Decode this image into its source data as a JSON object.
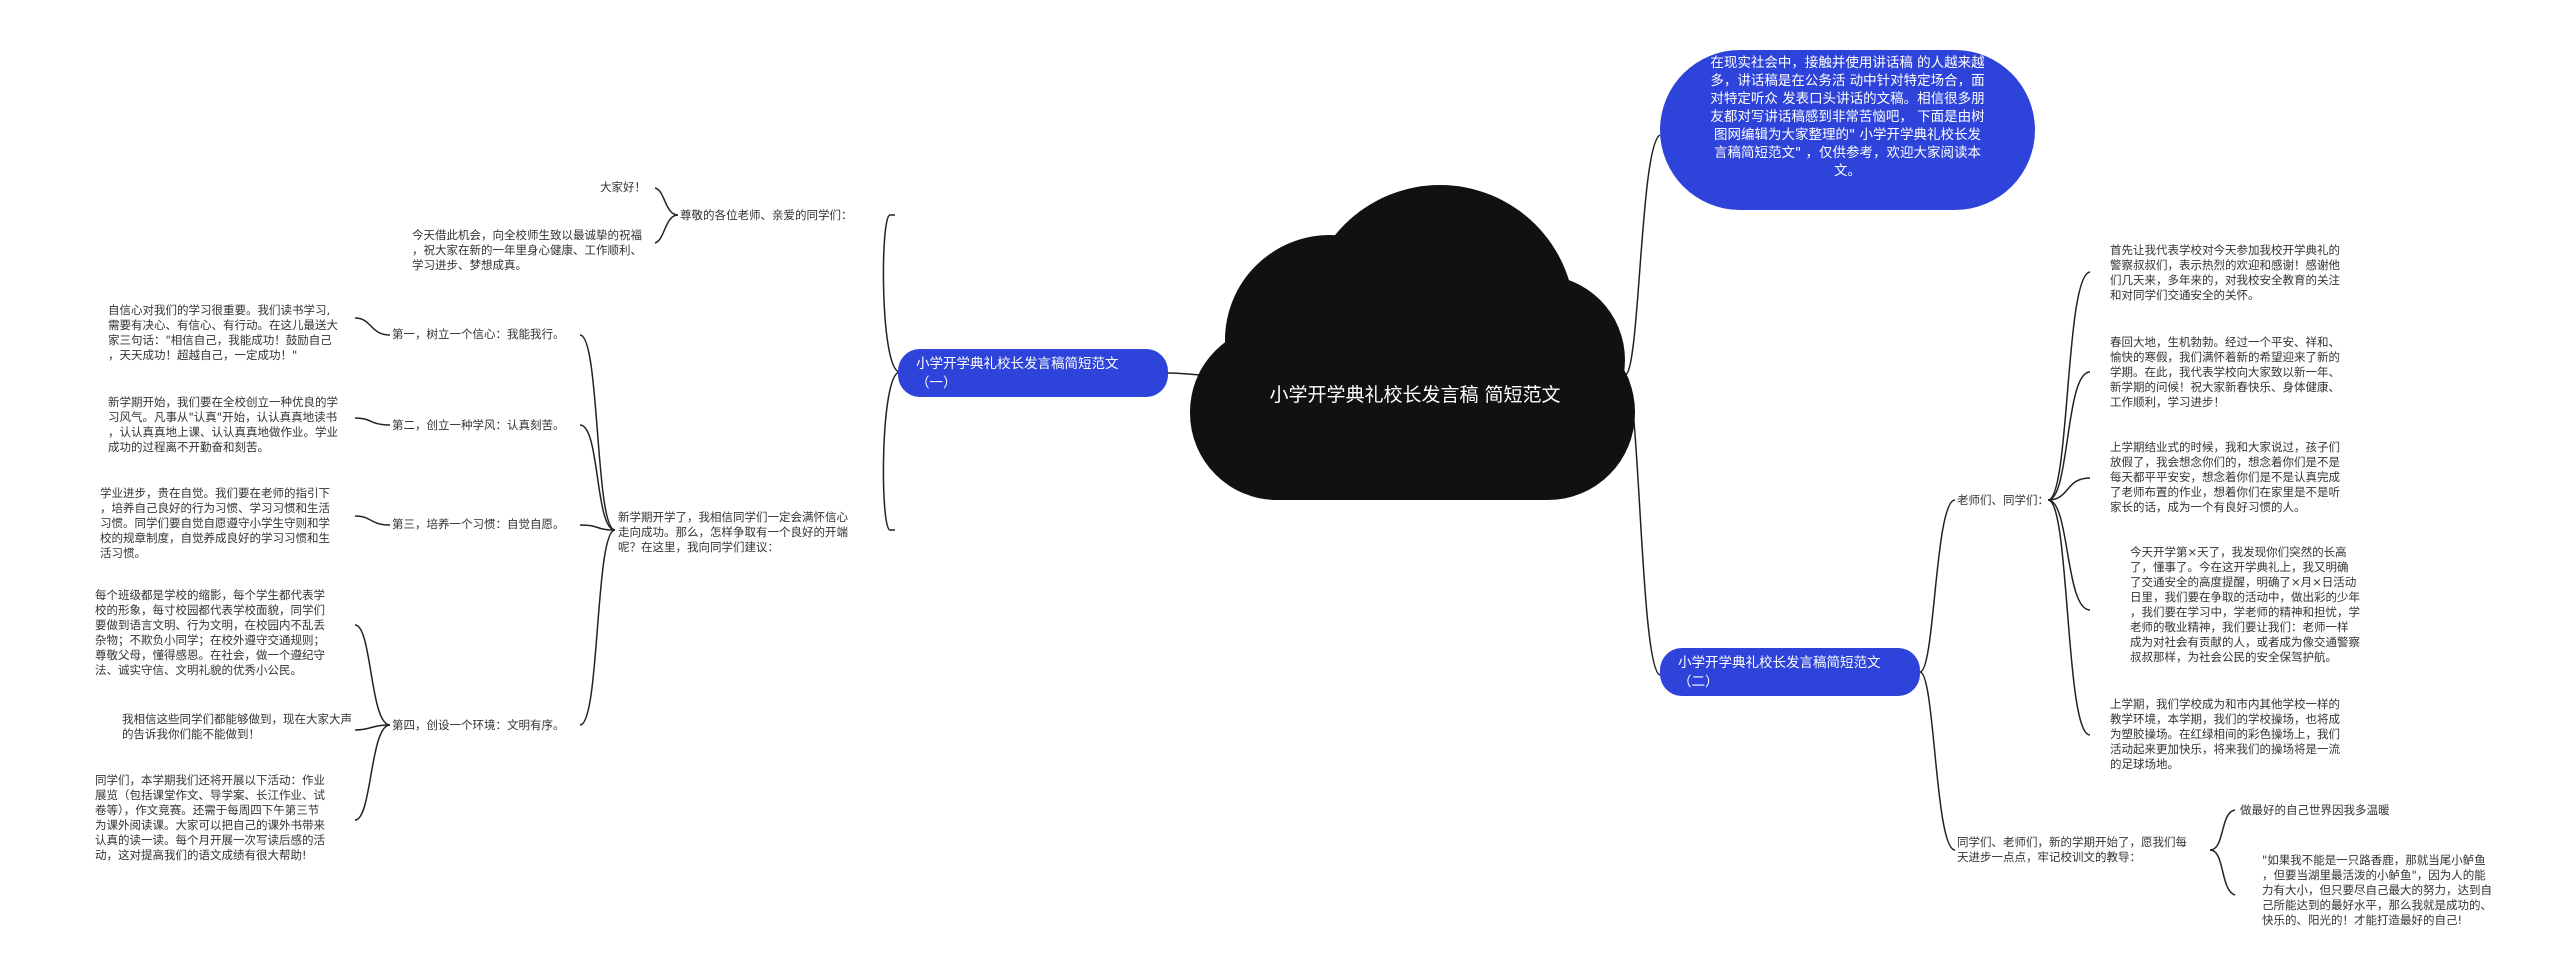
{
  "root": {
    "title": "小学开学典礼校长发言稿\n简短范文"
  },
  "intro": {
    "text": "在现实社会中，接触并使用讲话稿\n的人越来越多，讲话稿是在公务活\n动中针对特定场合，面对特定听众\n发表口头讲话的文稿。相信很多朋\n友都对写讲话稿感到非常苦恼吧，\n下面是由树图网编辑为大家整理的\"\n小学开学典礼校长发言稿简短范文\"\n，仅供参考，欢迎大家阅读本文。"
  },
  "branch_left": {
    "label": "小学开学典礼校长发言稿简短范文\n（一）",
    "greeting": {
      "label": "尊敬的各位老师、亲爱的同学们：",
      "items": [
        "大家好！",
        "今天借此机会，向全校师生致以最诚挚的祝福\n，祝大家在新的一年里身心健康、工作顺利、\n学习进步、梦想成真。"
      ]
    },
    "semester": {
      "label": "新学期开学了，我相信同学们一定会满怀信心\n走向成功。那么，怎样争取有一个良好的开端\n呢？在这里，我向同学们建议：",
      "points": [
        {
          "label": "第一，树立一个信心：我能我行。",
          "detail": "自信心对我们的学习很重要。我们读书学习,\n需要有决心、有信心、有行动。在这儿最送大\n家三句话：\"相信自己，我能成功！鼓励自己\n，天天成功！超越自己，一定成功！\""
        },
        {
          "label": "第二，创立一种学风：认真刻苦。",
          "detail": "新学期开始，我们要在全校创立一种优良的学\n习风气。凡事从\"认真\"开始，认认真真地读书\n，认认真真地上课、认认真真地做作业。学业\n成功的过程离不开勤奋和刻苦。"
        },
        {
          "label": "第三，培养一个习惯：自觉自愿。",
          "detail": "学业进步，贵在自觉。我们要在老师的指引下\n，培养自己良好的行为习惯、学习习惯和生活\n习惯。同学们要自觉自愿遵守小学生守则和学\n校的规章制度，自觉养成良好的学习习惯和生\n活习惯。"
        },
        {
          "label": "第四，创设一个环境：文明有序。",
          "details": [
            "每个班级都是学校的缩影，每个学生都代表学\n校的形象，每寸校园都代表学校面貌，同学们\n要做到语言文明、行为文明，在校园内不乱丢\n杂物；不欺负小同学；在校外遵守交通规则；\n尊敬父母，懂得感恩。在社会，做一个遵纪守\n法、诚实守信、文明礼貌的优秀小公民。",
            "我相信这些同学们都能够做到，现在大家大声\n的告诉我你们能不能做到！",
            "同学们，本学期我们还将开展以下活动：作业\n展览（包括课堂作文、导学案、长江作业、试\n卷等），作文竞赛。还需于每周四下午第三节\n为课外阅读课。大家可以把自己的课外书带来\n认真的读一读。每个月开展一次写读后感的活\n动，这对提高我们的语文成绩有很大帮助!"
          ]
        }
      ]
    }
  },
  "branch_right": {
    "label": "小学开学典礼校长发言稿简短范文\n（二）",
    "teachers": {
      "label": "老师们、同学们：",
      "items": [
        "首先让我代表学校对今天参加我校开学典礼的\n警察叔叔们，表示热烈的欢迎和感谢！感谢他\n们几天来，多年来的，对我校安全教育的关注\n和对同学们交通安全的关怀。",
        "春回大地，生机勃勃。经过一个平安、祥和、\n愉快的寒假，我们满怀着新的希望迎来了新的\n学期。在此，我代表学校向大家致以新一年、\n新学期的问候！祝大家新春快乐、身体健康、\n工作顺利，学习进步！",
        "上学期结业式的时候，我和大家说过，孩子们\n放假了，我会想念你们的，想念着你们是不是\n每天都平平安安，想念着你们是不是认真完成\n了老师布置的作业，想着你们在家里是不是听\n家长的话，成为一个有良好习惯的人。",
        "今天开学第×天了，我发现你们突然的长高\n了，懂事了。今在这开学典礼上，我又明确\n了交通安全的高度提醒，明确了×月×日活动\n日里，我们要在争取的活动中，做出彩的少年\n，我们要在学习中，学老师的精神和担忧，学\n老师的敬业精神，我们要让我们：老师一样\n成为对社会有贡献的人，或者成为像交通警察\n叔叔那样，为社会公民的安全保驾护航。",
        "上学期，我们学校成为和市内其他学校一样的\n教学环境，本学期，我们的学校操场，也将成\n为塑胶操场。在红绿相间的彩色操场上，我们\n活动起来更加快乐，将来我们的操场将是一流\n的足球场地。"
      ]
    },
    "students": {
      "label": "同学们、老师们，新的学期开始了，愿我们每\n天进步一点点，牢记校训文的教导：",
      "items": [
        "做最好的自己世界因我多温暖",
        "\"如果我不能是一只路香鹿，那就当尾小鲈鱼\n，但要当湖里最活泼的小鲈鱼\"，因为人的能\n力有大小，但只要尽自己最大的努力，达到自\n己所能达到的最好水平，那么我就是成功的、\n快乐的、阳光的！才能打造最好的自己!"
      ]
    }
  },
  "colors": {
    "node_blue": "#2d43d9",
    "root_black": "#111111",
    "line": "#222222"
  }
}
